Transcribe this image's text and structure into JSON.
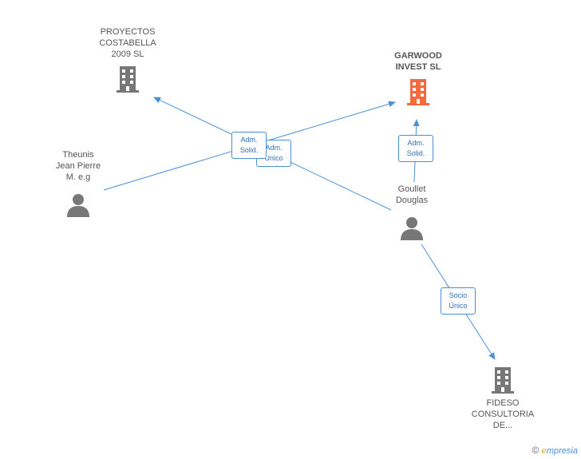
{
  "nodes": {
    "proyectos": {
      "label": "PROYECTOS\nCOSTABELLA\n2009 SL",
      "type": "company"
    },
    "garwood": {
      "label": "GARWOOD\nINVEST SL",
      "type": "company",
      "color": "#f26a3d"
    },
    "theunis": {
      "label": "Theunis\nJean Pierre\nM. e.g",
      "type": "person"
    },
    "goullet": {
      "label": "Goullet\nDouglas",
      "type": "person"
    },
    "fideso": {
      "label": "FIDESO\nCONSULTORIA\nDE...",
      "type": "company"
    }
  },
  "edge_labels": {
    "adm_solid_1": "Adm.\nSolid.",
    "adm_unico": "Adm.\nUnico",
    "adm_solid_2": "Adm.\nSolid.",
    "socio_unico": "Socio\nÚnico"
  },
  "colors": {
    "edge": "#4a90d9",
    "icon": "#777777",
    "focus": "#f26a3d"
  },
  "brand": {
    "copyright": "©",
    "name_first": "e",
    "name_rest": "mpresia"
  }
}
